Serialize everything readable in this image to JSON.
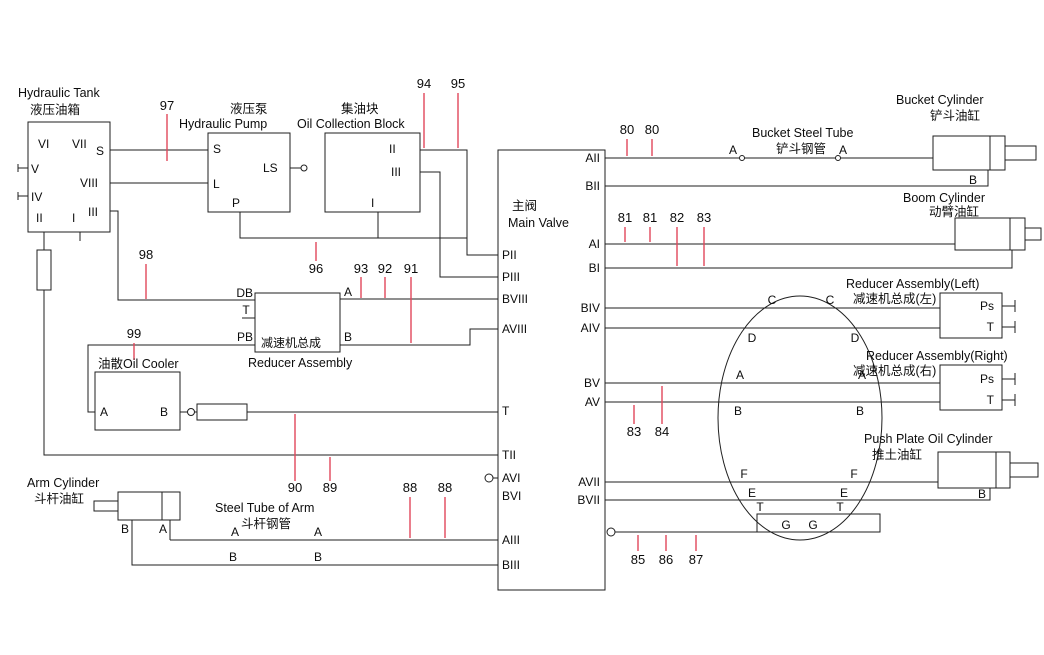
{
  "colors": {
    "line": "#1f1f1f",
    "callout": "#e0485a",
    "bg": "#ffffff"
  },
  "tank": {
    "title_en": "Hydraulic Tank",
    "title_zh": "液压油箱",
    "p_vi": "VI",
    "p_vii": "VII",
    "p_s": "S",
    "p_v": "V",
    "p_viii": "VIII",
    "p_iv": "IV",
    "p_iii": "III",
    "p_ii": "II",
    "p_i": "I"
  },
  "pump": {
    "title_zh": "液压泵",
    "title_en": "Hydraulic Pump",
    "p_s": "S",
    "p_ls": "LS",
    "p_l": "L",
    "p_p": "P"
  },
  "block": {
    "title_zh": "集油块",
    "title_en": "Oil Collection Block",
    "p_ii": "II",
    "p_iii": "III",
    "p_i": "I"
  },
  "valve": {
    "title_zh": "主阀",
    "title_en": "Main Valve",
    "l_pii": "PII",
    "l_piii": "PIII",
    "l_bviii": "BVIII",
    "l_aviii": "AVIII",
    "l_t": "T",
    "l_tii": "TII",
    "l_avi": "AVI",
    "l_bvi": "BVI",
    "l_aiii": "AIII",
    "l_biii": "BIII",
    "r_aii": "AII",
    "r_bii": "BII",
    "r_ai": "AI",
    "r_bi": "BI",
    "r_biv": "BIV",
    "r_aiv": "AIV",
    "r_bv": "BV",
    "r_av": "AV",
    "r_avii": "AVII",
    "r_bvii": "BVII"
  },
  "reducer_mid": {
    "title_zh": "减速机总成",
    "title_en": "Reducer Assembly",
    "p_db": "DB",
    "p_t": "T",
    "p_pb": "PB",
    "p_a": "A",
    "p_b": "B"
  },
  "cooler": {
    "title": "油散Oil Cooler",
    "p_a": "A",
    "p_b": "B"
  },
  "arm_cyl": {
    "title_en": "Arm Cylinder",
    "title_zh": "斗杆油缸",
    "p_b": "B",
    "p_a": "A"
  },
  "arm_tube": {
    "title_en": "Steel Tube of Arm",
    "title_zh": "斗杆钢管",
    "m_a1": "A",
    "m_a2": "A",
    "m_b1": "B",
    "m_b2": "B"
  },
  "bucket": {
    "tube_en": "Bucket Steel Tube",
    "tube_zh": "铲斗钢管",
    "cyl_en": "Bucket Cylinder",
    "cyl_zh": "铲斗油缸",
    "m_a1": "A",
    "m_a2": "A",
    "m_b": "B"
  },
  "boom": {
    "cyl_en": "Boom Cylinder",
    "cyl_zh": "动臂油缸"
  },
  "red_left": {
    "title_en": "Reducer Assembly(Left)",
    "title_zh": "减速机总成(左)",
    "p_ps": "Ps",
    "p_t": "T",
    "m_c1": "C",
    "m_c2": "C",
    "m_d1": "D",
    "m_d2": "D"
  },
  "red_right": {
    "title_en": "Reducer Assembly(Right)",
    "title_zh": "减速机总成(右)",
    "p_ps": "Ps",
    "p_t": "T",
    "m_a1": "A",
    "m_a2": "A",
    "m_b1": "B",
    "m_b2": "B"
  },
  "push": {
    "title_en": "Push Plate Oil Cylinder",
    "title_zh": "推土油缸",
    "m_f1": "F",
    "m_f2": "F",
    "m_e1": "E",
    "m_e2": "E",
    "m_t1": "T",
    "m_t2": "T",
    "m_g1": "G",
    "m_g2": "G",
    "m_b": "B"
  },
  "nums": {
    "n80a": "80",
    "n80b": "80",
    "n81a": "81",
    "n81b": "81",
    "n82": "82",
    "n83": "83",
    "n83b": "83",
    "n84": "84",
    "n85": "85",
    "n86": "86",
    "n87": "87",
    "n88a": "88",
    "n88b": "88",
    "n89": "89",
    "n90": "90",
    "n91": "91",
    "n92": "92",
    "n93": "93",
    "n94": "94",
    "n95": "95",
    "n96": "96",
    "n97": "97",
    "n98": "98",
    "n99": "99"
  }
}
